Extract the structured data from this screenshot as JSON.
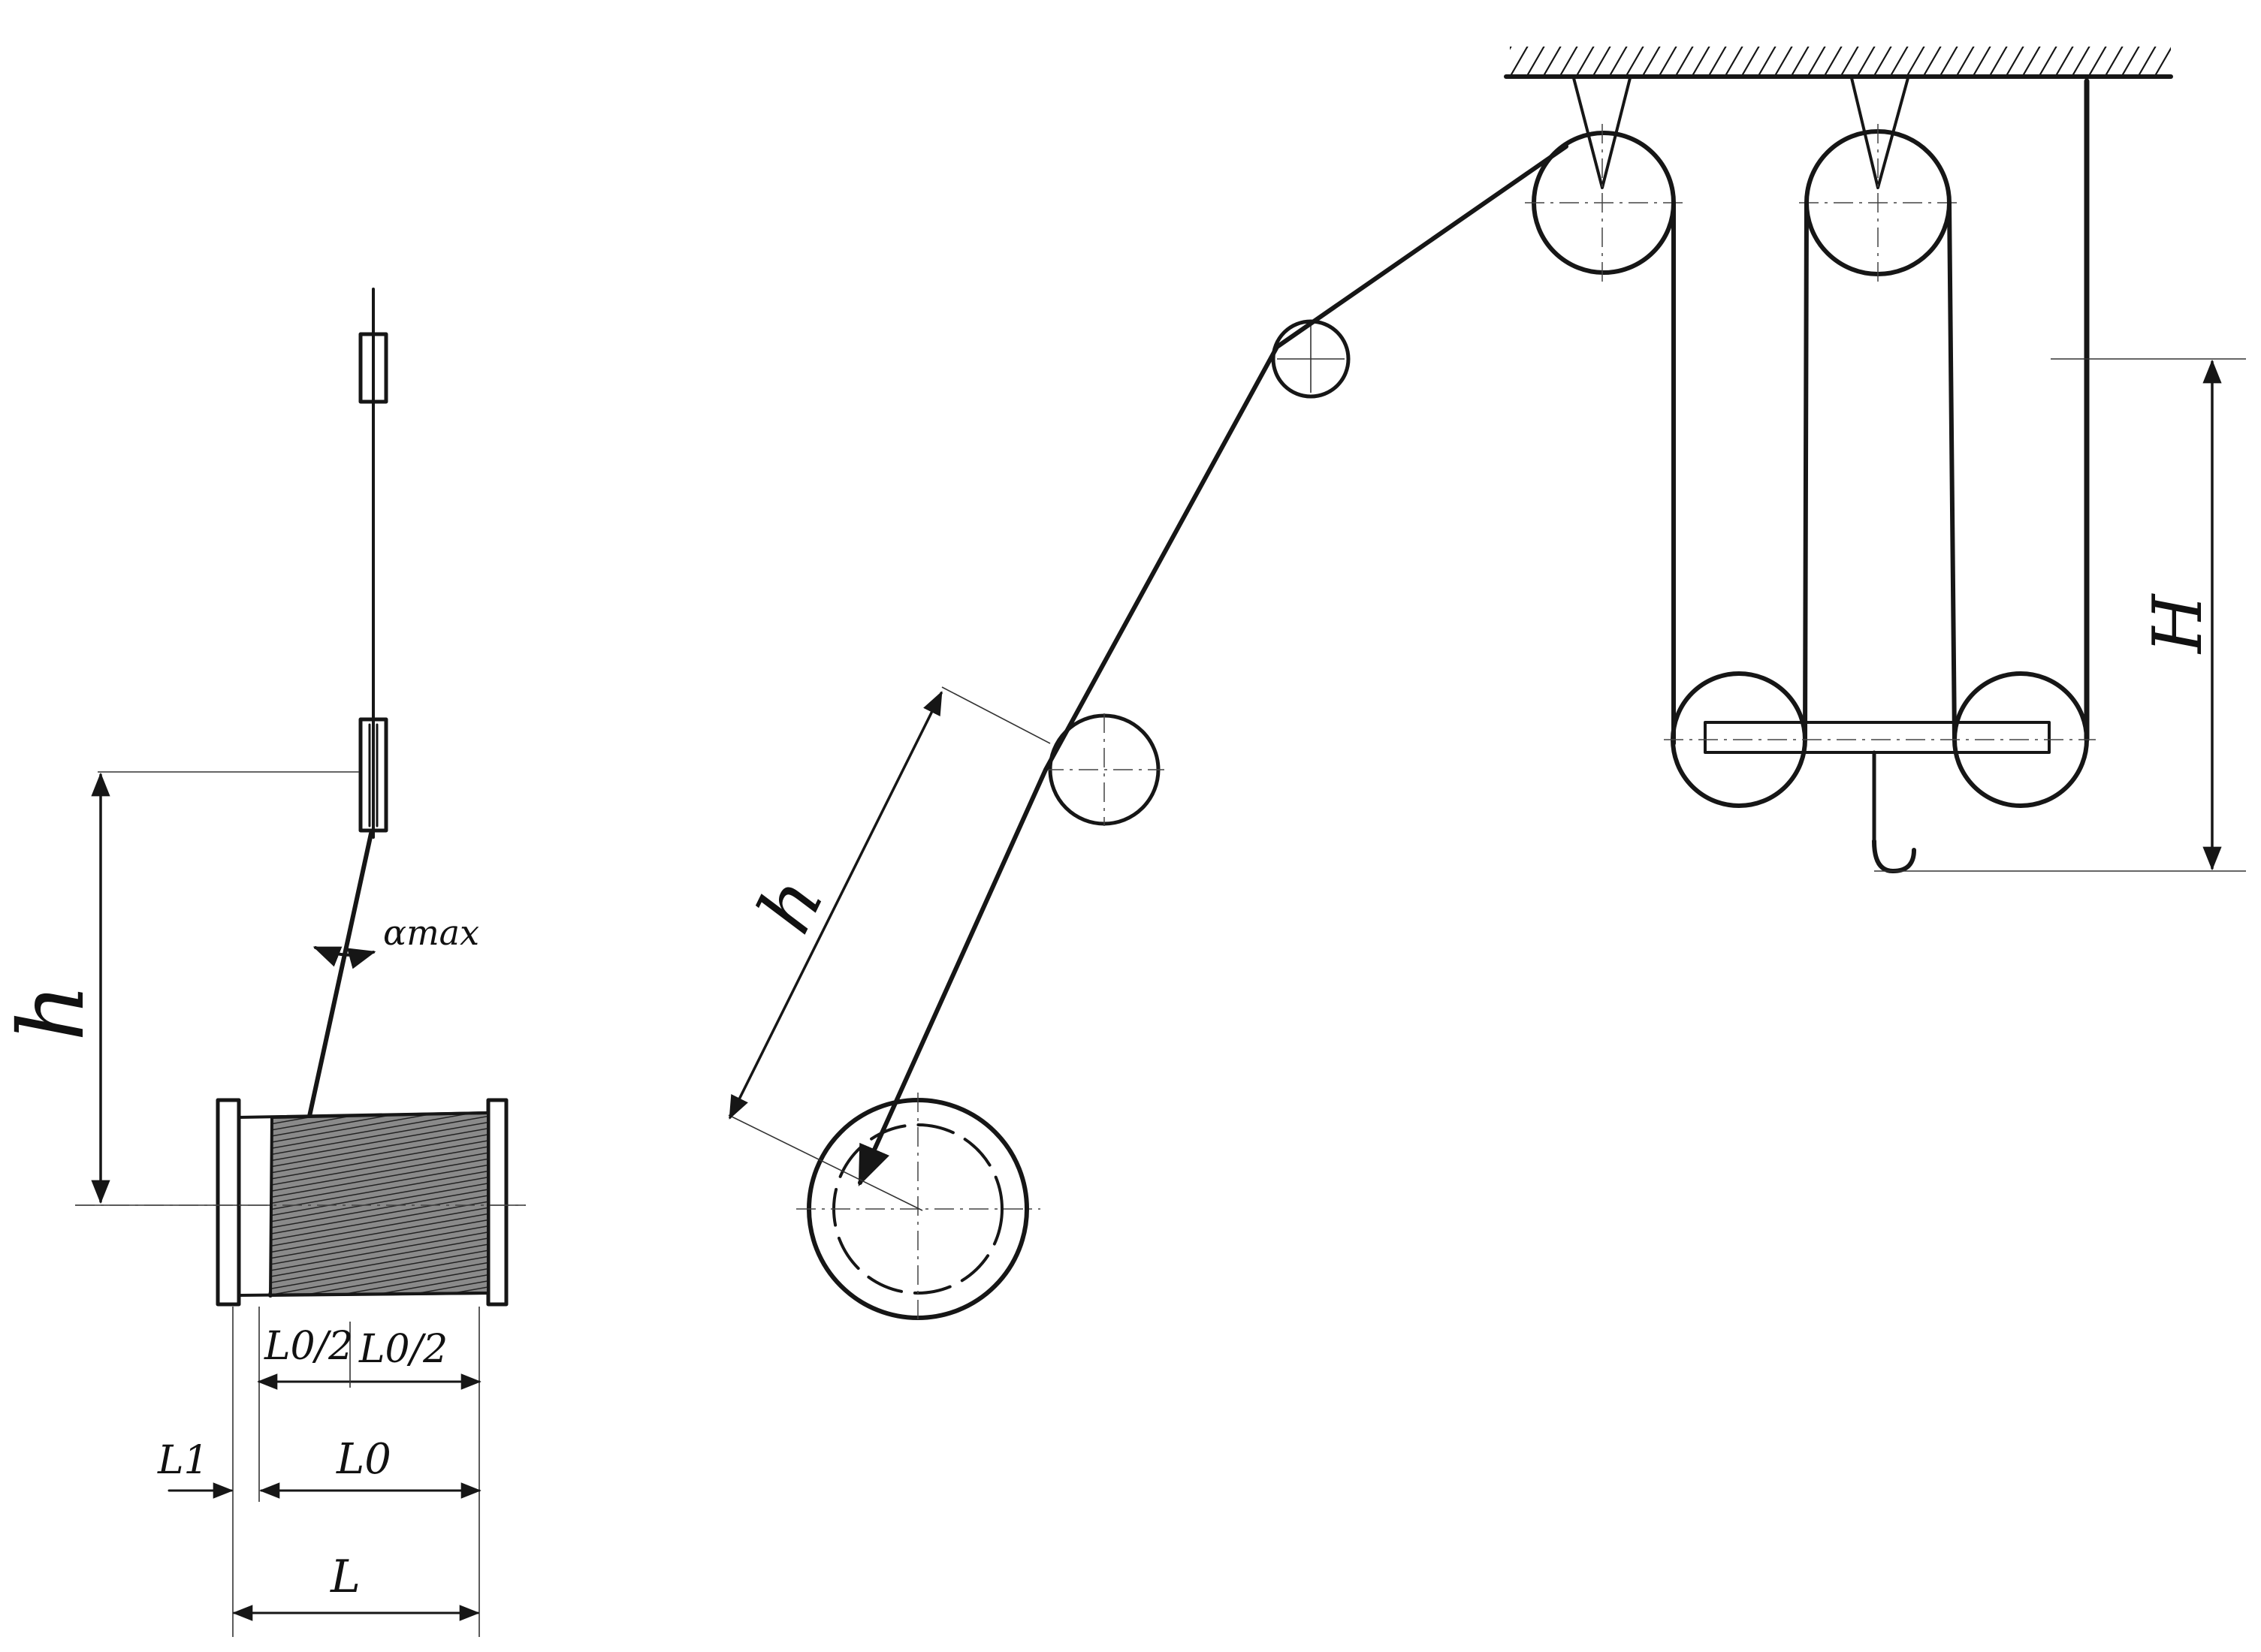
{
  "labels": {
    "h_left": "h",
    "alpha_max": "αmax",
    "l0_half_a": "L0/2",
    "l0_half_b": "L0/2",
    "l1": "L1",
    "l0": "L0",
    "l": "L",
    "h_right": "h",
    "H": "H"
  },
  "colors": {
    "ink": "#161616",
    "rope_fill": "#7a7a7a",
    "paper": "#ffffff"
  }
}
